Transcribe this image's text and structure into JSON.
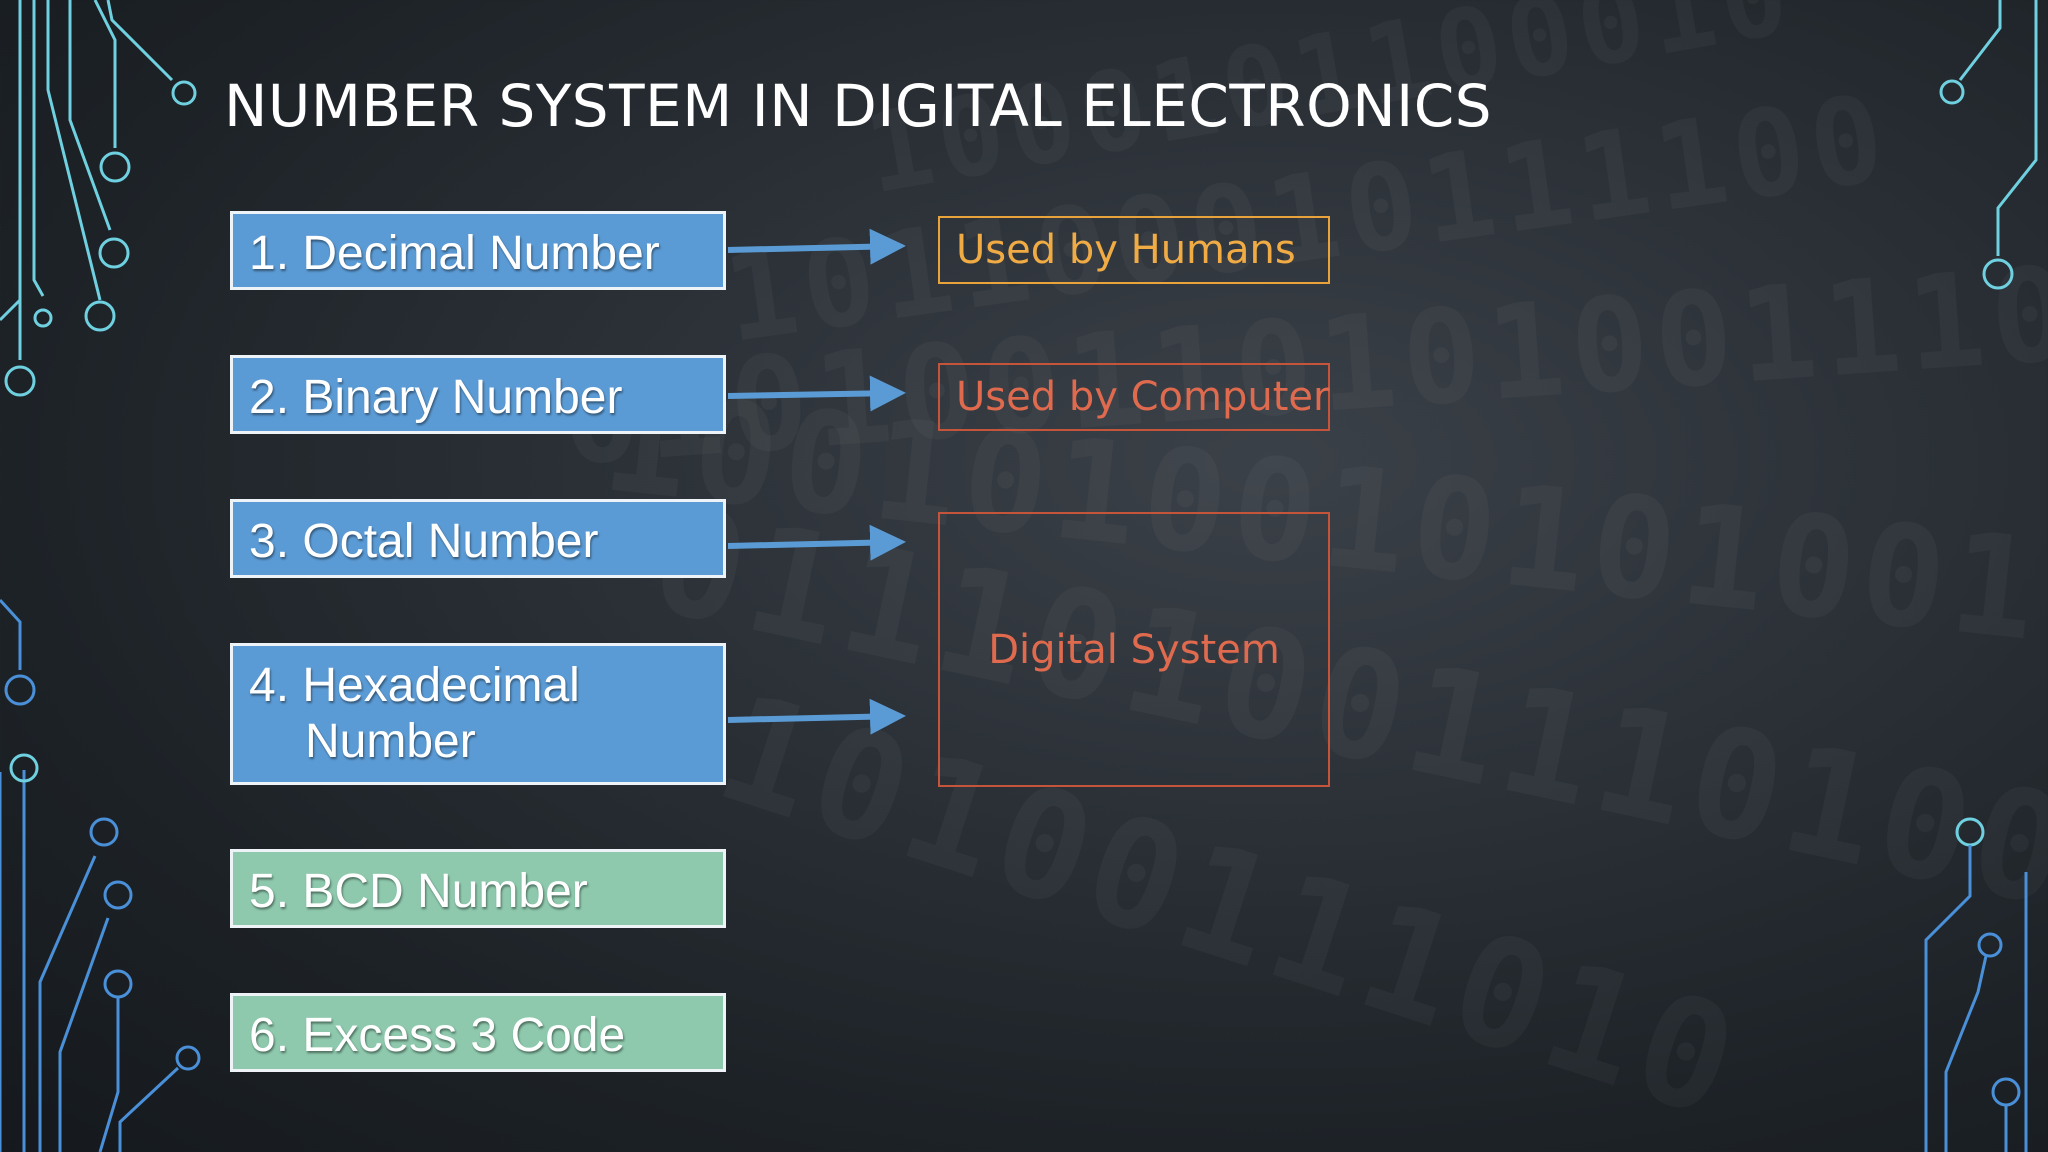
{
  "title": "NUMBER SYSTEM IN DIGITAL ELECTRONICS",
  "number_systems": [
    {
      "line1": "1. Decimal Number",
      "line2": ""
    },
    {
      "line1": "2. Binary Number",
      "line2": ""
    },
    {
      "line1": "3. Octal Number",
      "line2": ""
    },
    {
      "line1": "4. Hexadecimal",
      "line2": "Number"
    },
    {
      "line1": "5. BCD Number",
      "line2": ""
    },
    {
      "line1": "6. Excess 3 Code",
      "line2": ""
    }
  ],
  "targets": {
    "humans": "Used by Humans",
    "computer": "Used by Computer",
    "digital": "Digital System"
  },
  "colors": {
    "primary_box": "#5b9bd5",
    "secondary_box": "#8ec9ad",
    "arrow": "#5b9bd5",
    "humans": "#e8a33b",
    "computer_digital": "#c4553b",
    "circuit_light": "#6fd0e0",
    "circuit_dark": "#4a90d9"
  }
}
